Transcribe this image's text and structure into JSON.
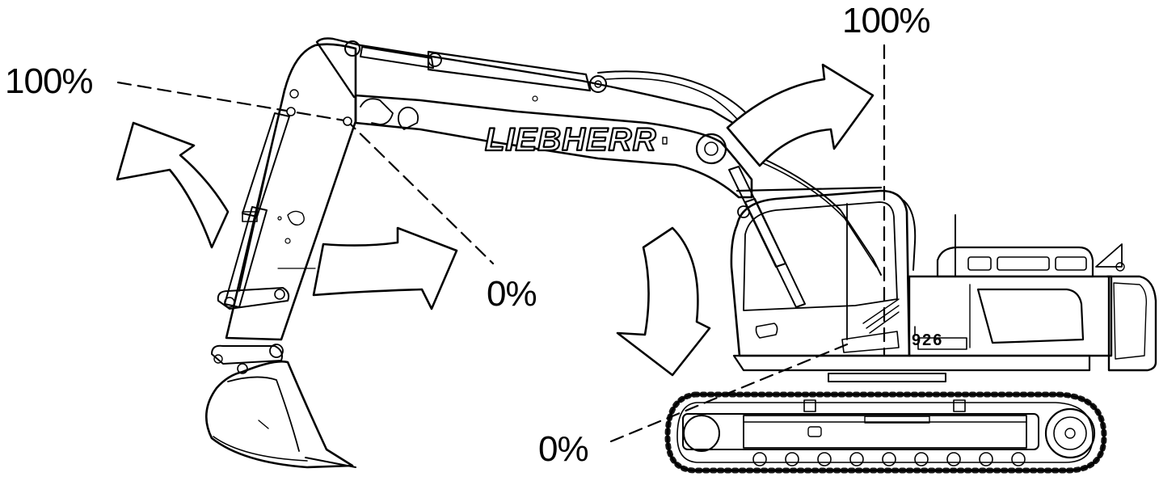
{
  "brand": "LIEBHERR",
  "model_badge": "926",
  "labels": {
    "arm_max": "100%",
    "arm_min": "0%",
    "boom_max": "100%",
    "boom_min": "0%"
  },
  "colors": {
    "ink": "#000000",
    "paper": "#ffffff"
  }
}
